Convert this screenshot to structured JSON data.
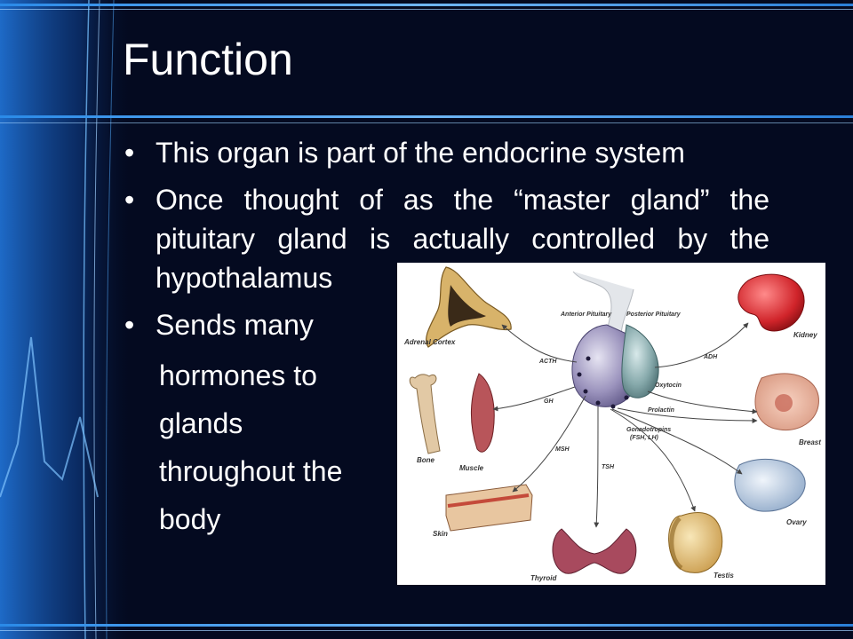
{
  "slide": {
    "title": "Function",
    "bullet_char": "•",
    "bullets": [
      "This organ is part of the endocrine system",
      "Once thought of as the “master gland” the pituitary gland is actually controlled by the hypothalamus",
      "Sends many"
    ],
    "continuation_lines": [
      "hormones to",
      "glands",
      "throughout the",
      "body"
    ]
  },
  "diagram": {
    "gland_labels": {
      "anterior": "Anterior Pituitary",
      "posterior": "Posterior Pituitary"
    },
    "hormones": {
      "acth": "ACTH",
      "gh": "GH",
      "msh": "MSH",
      "tsh": "TSH",
      "adh": "ADH",
      "oxytocin": "Oxytocin",
      "prolactin": "Prolactin",
      "gonadotropins_1": "Gonadotropins",
      "gonadotropins_2": "(FSH, LH)"
    },
    "targets": {
      "adrenal": "Adrenal Cortex",
      "bone": "Bone",
      "muscle": "Muscle",
      "skin": "Skin",
      "thyroid": "Thyroid",
      "testis": "Testis",
      "ovary": "Ovary",
      "breast": "Breast",
      "kidney": "Kidney"
    }
  },
  "colors": {
    "background": "#040a20",
    "accent_blue": "#2a7fd8",
    "text": "#ffffff"
  }
}
